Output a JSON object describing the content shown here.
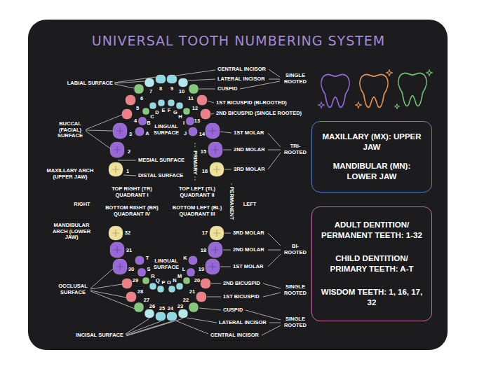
{
  "diagram": {
    "title": "UNIVERSAL TOOTH NUMBERING SYSTEM",
    "nodes": [
      {
        "text": [
          "MAXILLARY (MX): UPPER JAW",
          "MANDIBULAR (MN): LOWER JAW"
        ]
      },
      {
        "text": [
          "ADULT DENTITION/ PERMANENT TEETH: 1-32",
          "CHILD DENTITION/ PRIMARY TEETH: A-T",
          "WISDOM TEETH: 1, 16, 17, 32"
        ]
      }
    ],
    "labels": [
      "LABIAL SURFACE",
      "BUCCAL (FACIAL) SURFACE",
      "MAXILLARY ARCH (UPPER JAW)",
      "LINGUAL SURFACE",
      "MESIAL SURFACE",
      "DISTAL SURFACE",
      "PRIMARY",
      "PERMANENT",
      "CENTRAL INCISOR",
      "LATERAL INCISOR",
      "CUSPID",
      "SINGLE ROOTED",
      "1ST BICUSPID (BI-ROOTED)",
      "2ND BICUSPID (SINGLE ROOTED)",
      "1ST MOLAR",
      "2ND MOLAR",
      "3RD MOLAR",
      "TRI-ROOTED",
      "TOP RIGHT (TR) QUADRANT I",
      "TOP LEFT (TL) QUADRANT II",
      "RIGHT",
      "BOTTOM RIGHT (BR) QUADRANT IV",
      "BOTTOM LEFT (BL) QUADRANT III",
      "LEFT",
      "MANDIBULAR ARCH (LOWER JAW)",
      "LINGUAL SURFACE",
      "OCCLUSAL SURFACE",
      "INCISAL SURFACE",
      "3RD MOLAR",
      "2ND MOLAR",
      "1ST MOLAR",
      "BI-ROOTED",
      "2ND BICUSPID",
      "1ST BICUSPID",
      "SINGLE ROOTED",
      "CUSPID",
      "LATERAL INCISOR",
      "CENTRAL INCISOR",
      "SINGLE ROOTED",
      "1",
      "2",
      "3",
      "4",
      "5",
      "6",
      "7",
      "8",
      "9",
      "10",
      "11",
      "12",
      "13",
      "14",
      "15",
      "16",
      "17",
      "18",
      "19",
      "20",
      "21",
      "22",
      "23",
      "24",
      "25",
      "26",
      "27",
      "28",
      "29",
      "30",
      "31",
      "32",
      "A",
      "B",
      "C",
      "D",
      "E",
      "F",
      "G",
      "H",
      "I",
      "J",
      "K",
      "L",
      "M",
      "N",
      "O",
      "P",
      "Q",
      "R",
      "S",
      "T"
    ]
  }
}
